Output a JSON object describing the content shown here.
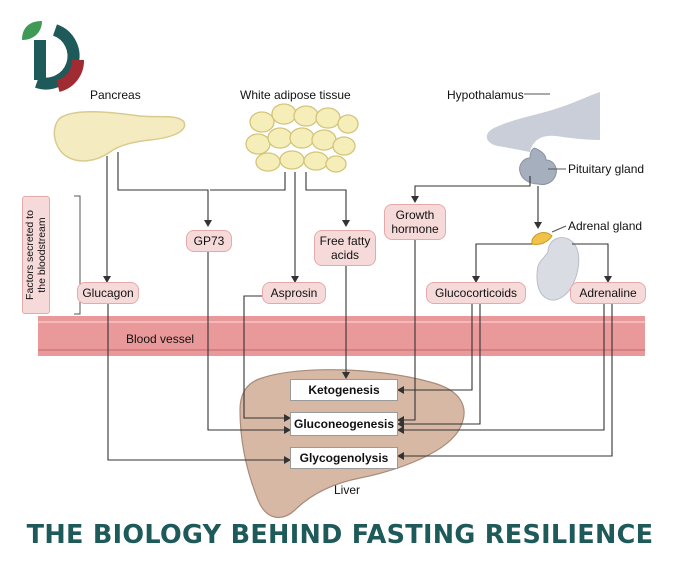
{
  "organs": {
    "pancreas": "Pancreas",
    "white_adipose": "White adipose tissue",
    "hypothalamus": "Hypothalamus",
    "pituitary": "Pituitary gland",
    "adrenal": "Adrenal gland",
    "liver": "Liver"
  },
  "side_label": {
    "line1": "Factors secreted to",
    "line2": "the bloodstream"
  },
  "factors": {
    "glucagon": "Glucagon",
    "gp73": "GP73",
    "ffa_line1": "Free fatty",
    "ffa_line2": "acids",
    "asprosin": "Asprosin",
    "gh_line1": "Growth",
    "gh_line2": "hormone",
    "glucocorticoids": "Glucocorticoids",
    "adrenaline": "Adrenaline"
  },
  "vessel": {
    "label": "Blood vessel"
  },
  "processes": {
    "ketogenesis": "Ketogenesis",
    "gluconeogenesis": "Gluconeogenesis",
    "glycogenolysis": "Glycogenolysis"
  },
  "banner": "THE BIOLOGY BEHIND FASTING RESILIENCE",
  "colors": {
    "teal": "#1d5a59",
    "green": "#3f9a56",
    "red": "#a12b33",
    "pill": "#f6dada",
    "vessel": "#e99999",
    "liver": "#d7b8a5",
    "pancreas": "#f4ebc0",
    "pituitary": "#a6afbd"
  }
}
